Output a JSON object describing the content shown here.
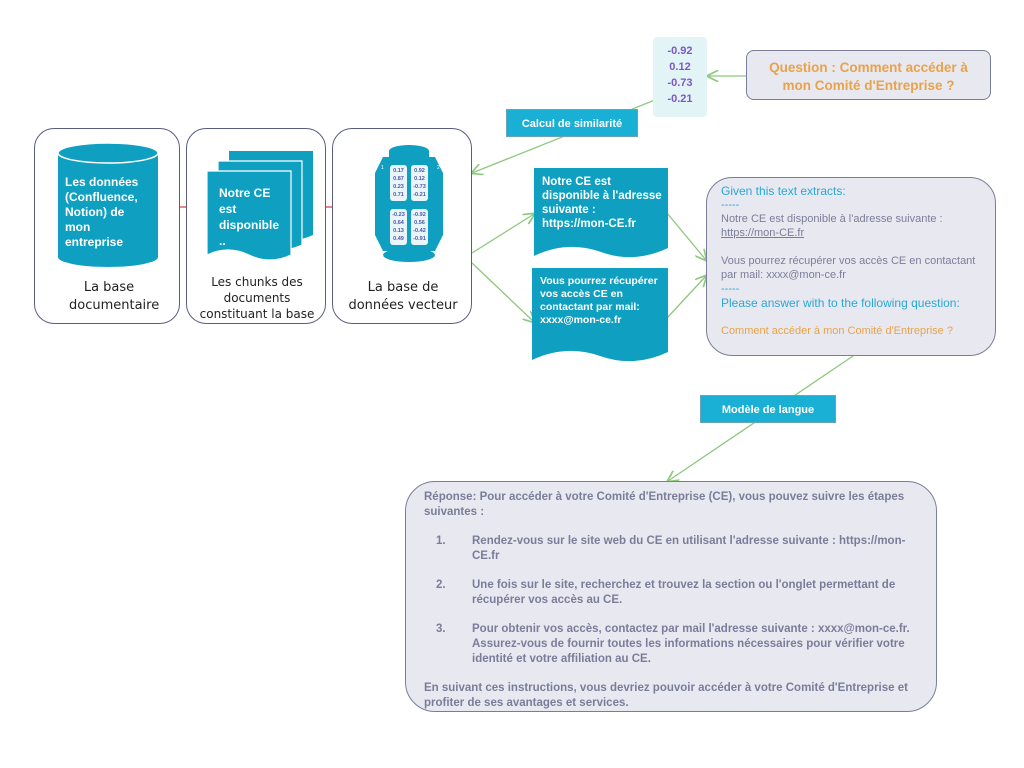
{
  "panels": {
    "base_doc": {
      "cylinder_text": "Les données (Confluence, Notion) de mon entreprise",
      "caption": "La base documentaire"
    },
    "chunks": {
      "doc_text": "Notre CE est disponible ..",
      "caption": "Les chunks des documents constituant la base"
    },
    "vector_db": {
      "caption": "La base de données vecteur",
      "col_a_top": [
        "0.17",
        "0.87",
        "0.23",
        "0.71"
      ],
      "col_b_top": [
        "0.92",
        "0.12",
        "-0.73",
        "-0.21"
      ],
      "col_a_bottom": [
        "-0.23",
        "0.64",
        "0.13",
        "0.49"
      ],
      "col_b_bottom": [
        "-0.92",
        "0.56",
        "-0.42",
        "-0.91"
      ],
      "corners": [
        "1",
        "2",
        "3",
        "4"
      ]
    }
  },
  "query_vector": [
    "-0.92",
    "0.12",
    "-0.73",
    "-0.21"
  ],
  "labels": {
    "similarity": "Calcul de similarité",
    "language_model": "Modèle de langue"
  },
  "question": "Question : Comment accéder à mon Comité d'Entreprise ?",
  "extract_1": "Notre CE est disponible à l'adresse suivante : https://mon-CE.fr",
  "extract_2": "Vous pourrez récupérer vos accès CE en contactant par mail: xxxx@mon-ce.fr",
  "prompt": {
    "header": "Given this text extracts:",
    "sep1": "-----",
    "line1": "Notre CE est disponible à l'adresse suivante :",
    "link": "https://mon-CE.fr",
    "line2": "Vous pourrez récupérer vos accès CE en contactant par mail: xxxx@mon-ce.fr",
    "sep2": "-----",
    "instruction": "Please answer with to the following question:",
    "question": "Comment accéder à mon Comité d'Entreprise ?"
  },
  "response": {
    "intro": "Réponse: Pour accéder à votre Comité d'Entreprise (CE), vous pouvez suivre les étapes suivantes :",
    "steps": [
      {
        "num": "1.",
        "text": "Rendez-vous sur le site web du CE en utilisant l'adresse suivante : https://mon-CE.fr"
      },
      {
        "num": "2.",
        "text": "Une fois sur le site, recherchez et trouvez la section ou l'onglet permettant de récupérer vos accès au CE."
      },
      {
        "num": "3.",
        "text": "Pour obtenir vos accès, contactez par mail l'adresse suivante : xxxx@mon-ce.fr. Assurez-vous de fournir toutes les informations nécessaires pour vérifier votre identité et votre affiliation au CE."
      }
    ],
    "outro": "En suivant ces instructions, vous devriez pouvoir accéder à votre Comité d'Entreprise et profiter de ses avantages et services."
  },
  "colors": {
    "teal": "#0fa0c1",
    "label_blue": "#1ab0d6",
    "question_orange": "#e8a24a",
    "prompt_blue": "#2aa6d6",
    "text_grey": "#7a7d99",
    "arrow_red": "#e03a3a",
    "arrow_green": "#8cc97c",
    "vector_purple": "#7b57c9"
  }
}
